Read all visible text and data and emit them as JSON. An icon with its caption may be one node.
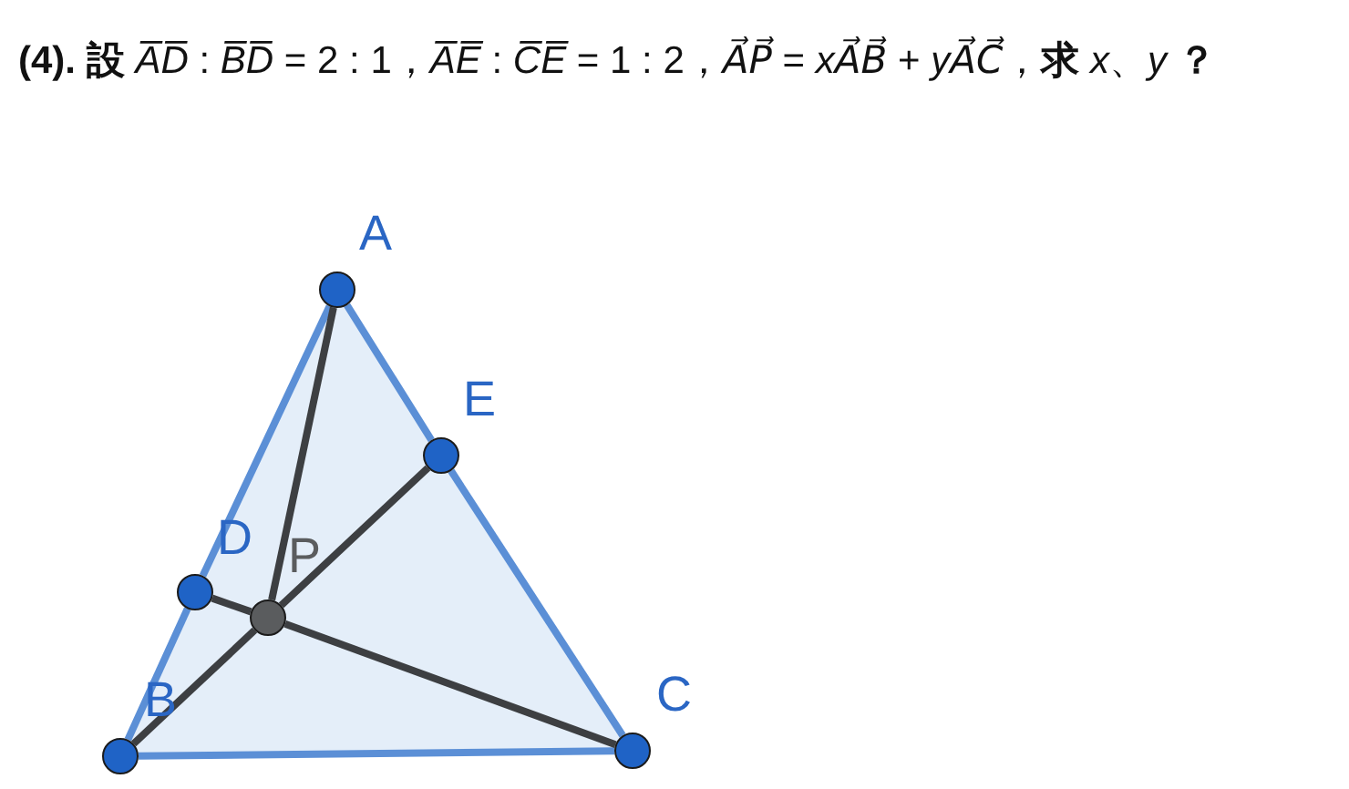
{
  "diagram": {
    "title": "**(4). 設** *A̅D̅* : *B̅D̅* = 2 : 1，*A̅E̅* : *C̅E̅* = 1 : 2，*A⃗P⃗* = *xA⃗B⃗* + *yA⃗C⃗*，**求** *x*、*y* **？**",
    "nodes": [
      {
        "text": [
          "A"
        ]
      },
      {
        "text": [
          "E"
        ]
      },
      {
        "text": [
          "D"
        ]
      },
      {
        "text": [
          "P"
        ]
      },
      {
        "text": [
          "B"
        ]
      },
      {
        "text": [
          "C"
        ]
      }
    ],
    "edges": [
      {
        "from": 0,
        "to": 2,
        "arrow": "none",
        "color": "#5b8fd6"
      },
      {
        "from": 2,
        "to": 4,
        "arrow": "none",
        "color": "#5b8fd6"
      },
      {
        "from": 0,
        "to": 1,
        "arrow": "none",
        "color": "#5b8fd6"
      },
      {
        "from": 1,
        "to": 5,
        "arrow": "none",
        "color": "#5b8fd6"
      },
      {
        "from": 4,
        "to": 5,
        "arrow": "none",
        "color": "#5b8fd6"
      },
      {
        "from": 0,
        "to": 3,
        "arrow": "none",
        "color": "#3d3f42"
      },
      {
        "from": 2,
        "to": 3,
        "arrow": "none",
        "color": "#3d3f42"
      },
      {
        "from": 3,
        "to": 5,
        "arrow": "none",
        "color": "#3d3f42"
      },
      {
        "from": 4,
        "to": 3,
        "arrow": "none",
        "color": "#3d3f42"
      },
      {
        "from": 3,
        "to": 1,
        "arrow": "none",
        "color": "#3d3f42"
      }
    ]
  }
}
